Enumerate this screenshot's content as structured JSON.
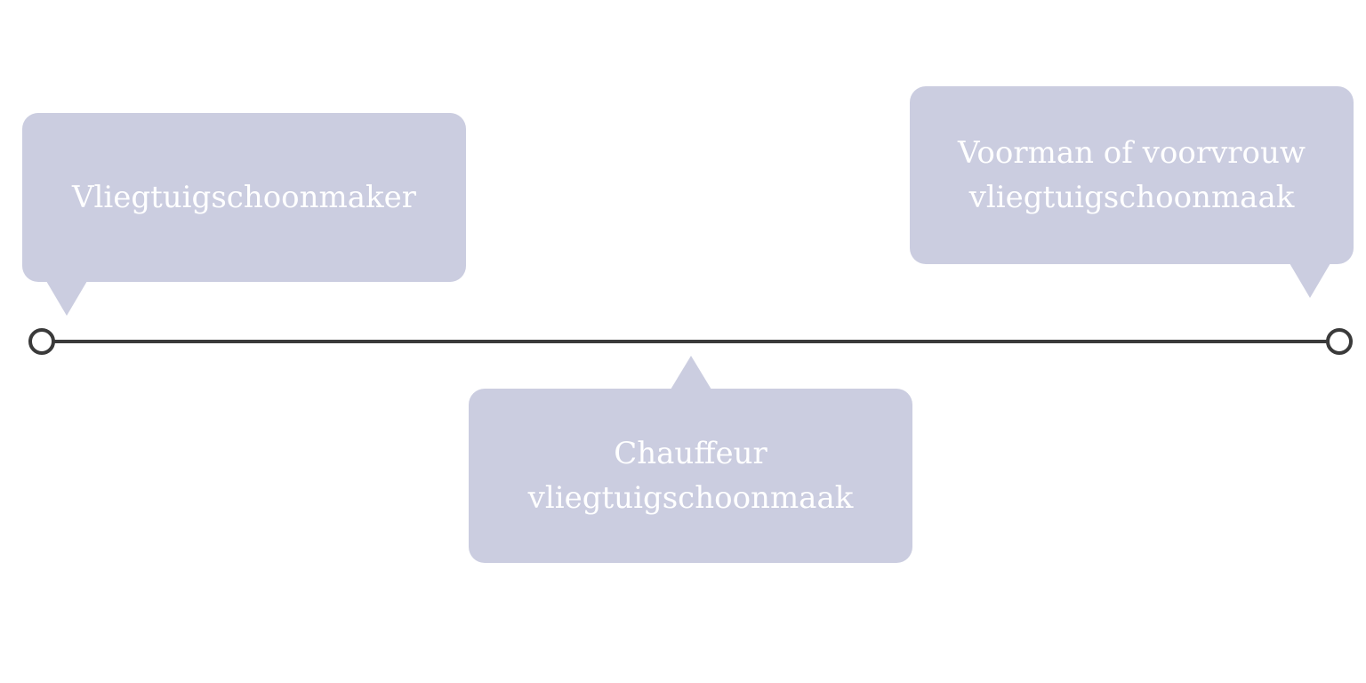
{
  "timeline": {
    "events": [
      {
        "label": "Vliegtuigschoonmaker",
        "position": "above"
      },
      {
        "label": "Chauffeur vliegtuigschoonmaak",
        "position": "below"
      },
      {
        "label": "Voorman of voorvrouw vliegtuigschoonmaak",
        "position": "above"
      }
    ],
    "colors": {
      "bubble": "#cbcde0",
      "text": "#ffffff",
      "line": "#3a3a3a"
    }
  }
}
